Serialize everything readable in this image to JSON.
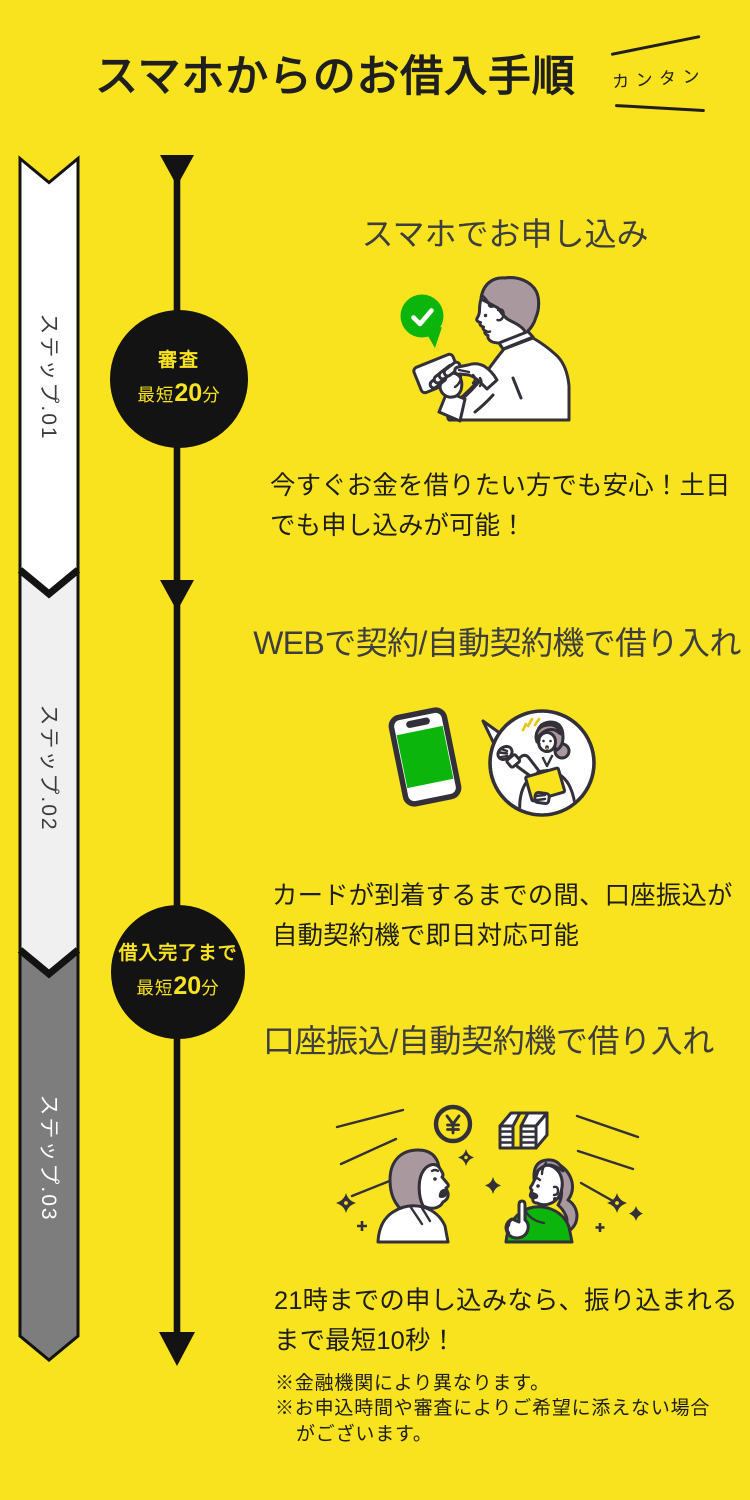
{
  "page": {
    "title": "スマホからのお借入手順",
    "badge": "カンタン"
  },
  "colors": {
    "yellow": "#f8e31e",
    "green": "#0cb50c",
    "ink": "#131313",
    "ink-title": "#1f1f1f",
    "hair": "#a9989d",
    "line": "#33303a",
    "ribbon1": "#ffffff",
    "ribbon2": "#f0f0f0",
    "ribbon3": "#7d7d7d"
  },
  "ribbon": {
    "steps": [
      {
        "label": "ステップ.01"
      },
      {
        "label": "ステップ.02"
      },
      {
        "label": "ステップ.03"
      }
    ]
  },
  "badges": [
    {
      "line1": "審査",
      "prefix": "最短",
      "number": "20",
      "suffix": "分"
    },
    {
      "line1": "借入完了まで",
      "prefix": "最短",
      "number": "20",
      "suffix": "分"
    }
  ],
  "steps": [
    {
      "heading": "スマホでお申し込み",
      "body1": "今すぐお金を借りたい方でも安心！土日",
      "body2": "でも申し込みが可能！",
      "illustration": "man-applying-on-smartphone"
    },
    {
      "heading": "WEBで契約/自動契約機で借り入れ",
      "body1": "カードが到着するまでの間、口座振込が",
      "body2": "自動契約機で即日対応可能",
      "illustration": "smartphone-and-operator-bubble"
    },
    {
      "heading": "口座振込/自動契約機で借り入れ",
      "body1": "21時までの申し込みなら、振り込まれる",
      "body2": "まで最短10秒！",
      "note1": "※金融機関により異なります。",
      "note2": "※お申込時間や審査によりご希望に添えない場合",
      "note3": "がございます。",
      "illustration": "people-with-money"
    }
  ]
}
